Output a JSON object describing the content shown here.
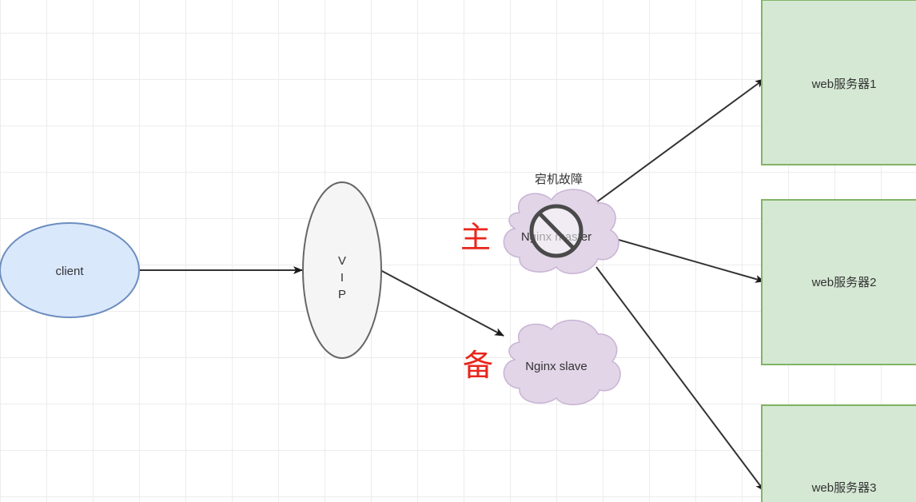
{
  "nodes": {
    "client": {
      "label": "client"
    },
    "vip": {
      "label_line1": "V",
      "label_line2": "I",
      "label_line3": "P"
    },
    "nginx_master": {
      "label": "Nginx master"
    },
    "nginx_slave": {
      "label": "Nginx slave"
    },
    "web1": {
      "label": "web服务器1"
    },
    "web2": {
      "label": "web服务器2"
    },
    "web3": {
      "label": "web服务器3"
    }
  },
  "annotations": {
    "failure_label": "宕机故障",
    "primary_label": "主",
    "backup_label": "备"
  },
  "colors": {
    "client_fill": "#dae8fc",
    "client_stroke": "#6c8ebf",
    "vip_fill": "#f5f5f5",
    "vip_stroke": "#666666",
    "cloud_fill": "#e1d5e7",
    "cloud_stroke": "#c8b4d4",
    "web_fill": "#d5e8d4",
    "web_stroke": "#82b366",
    "highlight_red": "#e8261c"
  },
  "icons": {
    "failure": "prohibited-icon"
  }
}
